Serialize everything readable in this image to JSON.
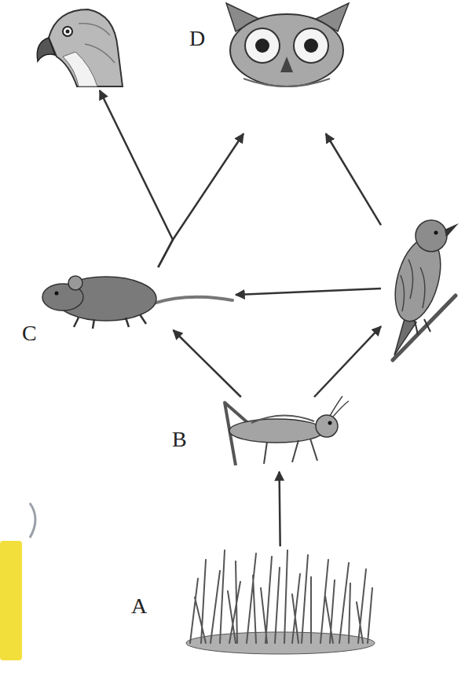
{
  "diagram": {
    "nodes": [
      {
        "text": []
      },
      {
        "text": [
          "D"
        ]
      },
      {
        "text": [
          "C"
        ]
      },
      {
        "text": []
      },
      {
        "text": [
          "B"
        ]
      },
      {
        "text": [
          "A"
        ]
      }
    ],
    "edges": [
      {
        "from": 5,
        "to": 4,
        "arrow": "to"
      },
      {
        "from": 4,
        "to": 2,
        "arrow": "to"
      },
      {
        "from": 4,
        "to": 3,
        "arrow": "to"
      },
      {
        "from": 3,
        "to": 2,
        "arrow": "to"
      },
      {
        "from": 2,
        "to": 0,
        "arrow": "to"
      },
      {
        "from": 2,
        "to": 1,
        "arrow": "to"
      },
      {
        "from": 3,
        "to": 1,
        "arrow": "to"
      }
    ]
  }
}
